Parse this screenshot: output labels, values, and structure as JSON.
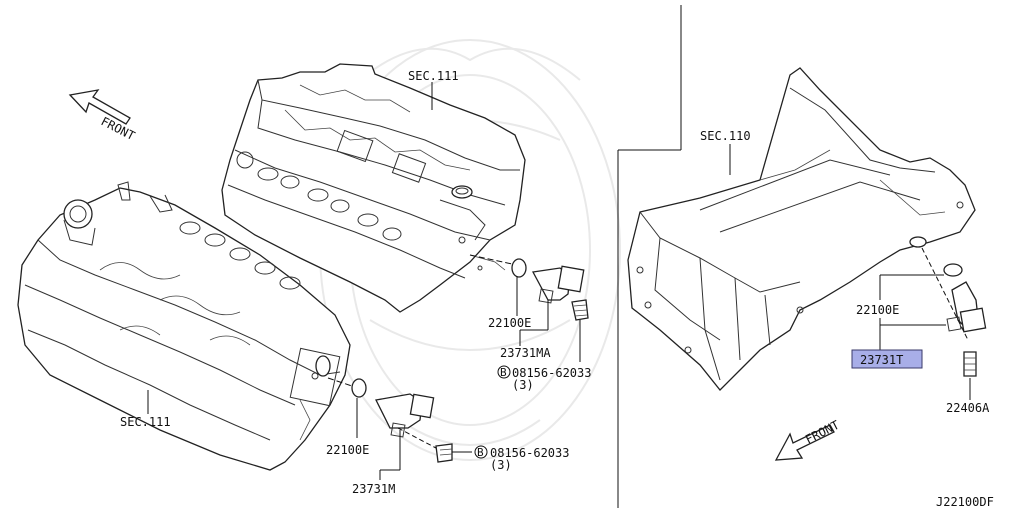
{
  "diagram": {
    "sections": {
      "head_upper": "SEC.111",
      "head_lower": "SEC.111",
      "oil_pan": "SEC.110"
    },
    "front_labels": {
      "left": "FRONT",
      "right": "FRONT"
    },
    "parts": {
      "oring_upper": "22100E",
      "sensor_upper": "23731MA",
      "bolt_upper_code": "08156-62033",
      "bolt_upper_qty": "(3)",
      "oring_lower": "22100E",
      "sensor_lower": "23731M",
      "bolt_lower_code": "08156-62033",
      "bolt_lower_qty": "(3)",
      "oring_right": "22100E",
      "sensor_right": "23731T",
      "bolt_right": "22406A"
    },
    "bolt_marker": "B",
    "diagram_code": "J22100DF",
    "highlight_color": "#a8aee8"
  }
}
